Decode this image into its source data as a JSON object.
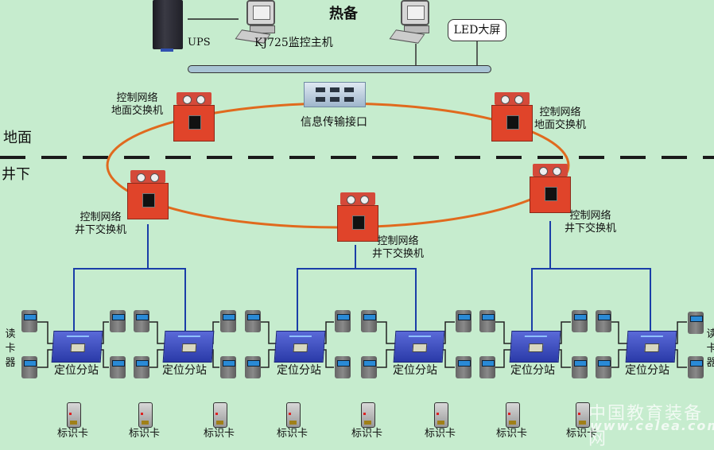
{
  "title": "热备",
  "zones": {
    "surface": "地面",
    "underground": "井下"
  },
  "top": {
    "ups_label": "UPS",
    "host_label": "KJ725监控主机",
    "led_label": "LED大屏"
  },
  "interface_label": "信息传输接口",
  "switches": {
    "surface_left": [
      "控制网络",
      "地面交换机"
    ],
    "surface_right": [
      "控制网络",
      "地面交换机"
    ],
    "under_left": [
      "控制网络",
      "井下交换机"
    ],
    "under_mid": [
      "控制网络",
      "井下交换机"
    ],
    "under_right": [
      "控制网络",
      "井下交换机"
    ]
  },
  "reader_label": "读卡器",
  "stations": [
    "定位分站",
    "定位分站",
    "定位分站",
    "定位分站",
    "定位分站",
    "定位分站"
  ],
  "tags": [
    "标识卡",
    "标识卡",
    "标识卡",
    "标识卡",
    "标识卡",
    "标识卡",
    "标识卡",
    "标识卡"
  ],
  "watermark": {
    "cn": "中国教育装备网",
    "url": "www.celea.com"
  },
  "colors": {
    "ring": "#e06a1e",
    "blue_link": "#1a3ea8",
    "background": "#c6ecce"
  }
}
